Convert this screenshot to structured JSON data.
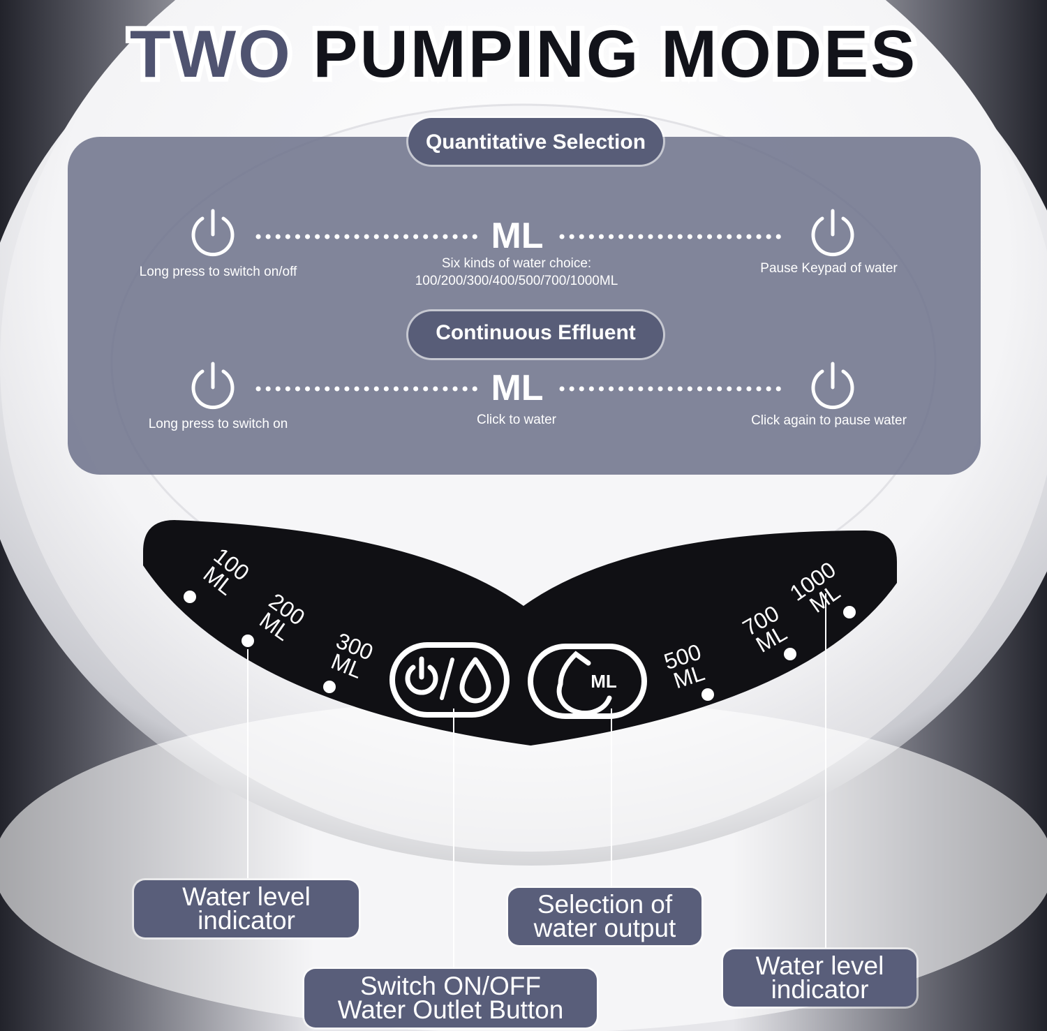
{
  "title": {
    "word1": "TWO",
    "word2": "PUMPING MODES"
  },
  "modes": {
    "quantitative": {
      "label": "Quantitative Selection",
      "left_caption": "Long press to switch on/off",
      "center_symbol": "ML",
      "center_caption_line1": "Six kinds of water choice:",
      "center_caption_line2": "100/200/300/400/500/700/1000ML",
      "right_caption": "Pause Keypad of water"
    },
    "continuous": {
      "label": "Continuous Effluent",
      "left_caption": "Long press to switch on",
      "center_symbol": "ML",
      "center_caption": "Click to water",
      "right_caption": "Click again to pause water"
    }
  },
  "keypad": {
    "levels": [
      {
        "value": "100",
        "unit": "ML"
      },
      {
        "value": "200",
        "unit": "ML"
      },
      {
        "value": "300",
        "unit": "ML"
      },
      {
        "value": "500",
        "unit": "ML"
      },
      {
        "value": "700",
        "unit": "ML"
      },
      {
        "value": "1000",
        "unit": "ML"
      }
    ],
    "button_ml_label": "ML",
    "icons": [
      "power-icon",
      "water-drop-icon",
      "ml-selection-icon"
    ]
  },
  "callouts": {
    "water_level_left": {
      "line1": "Water level",
      "line2": "indicator"
    },
    "switch": {
      "line1": "Switch ON/OFF",
      "line2": "Water Outlet Button"
    },
    "selection": {
      "line1": "Selection of",
      "line2": "water output"
    },
    "water_level_right": {
      "line1": "Water level",
      "line2": "indicator"
    }
  },
  "colors": {
    "panel": "#6e728a",
    "pill": "#585d78",
    "callout": "#595e7a",
    "title_dark": "#12131a",
    "title_accent": "#4f5370",
    "keypad": "#101014"
  }
}
